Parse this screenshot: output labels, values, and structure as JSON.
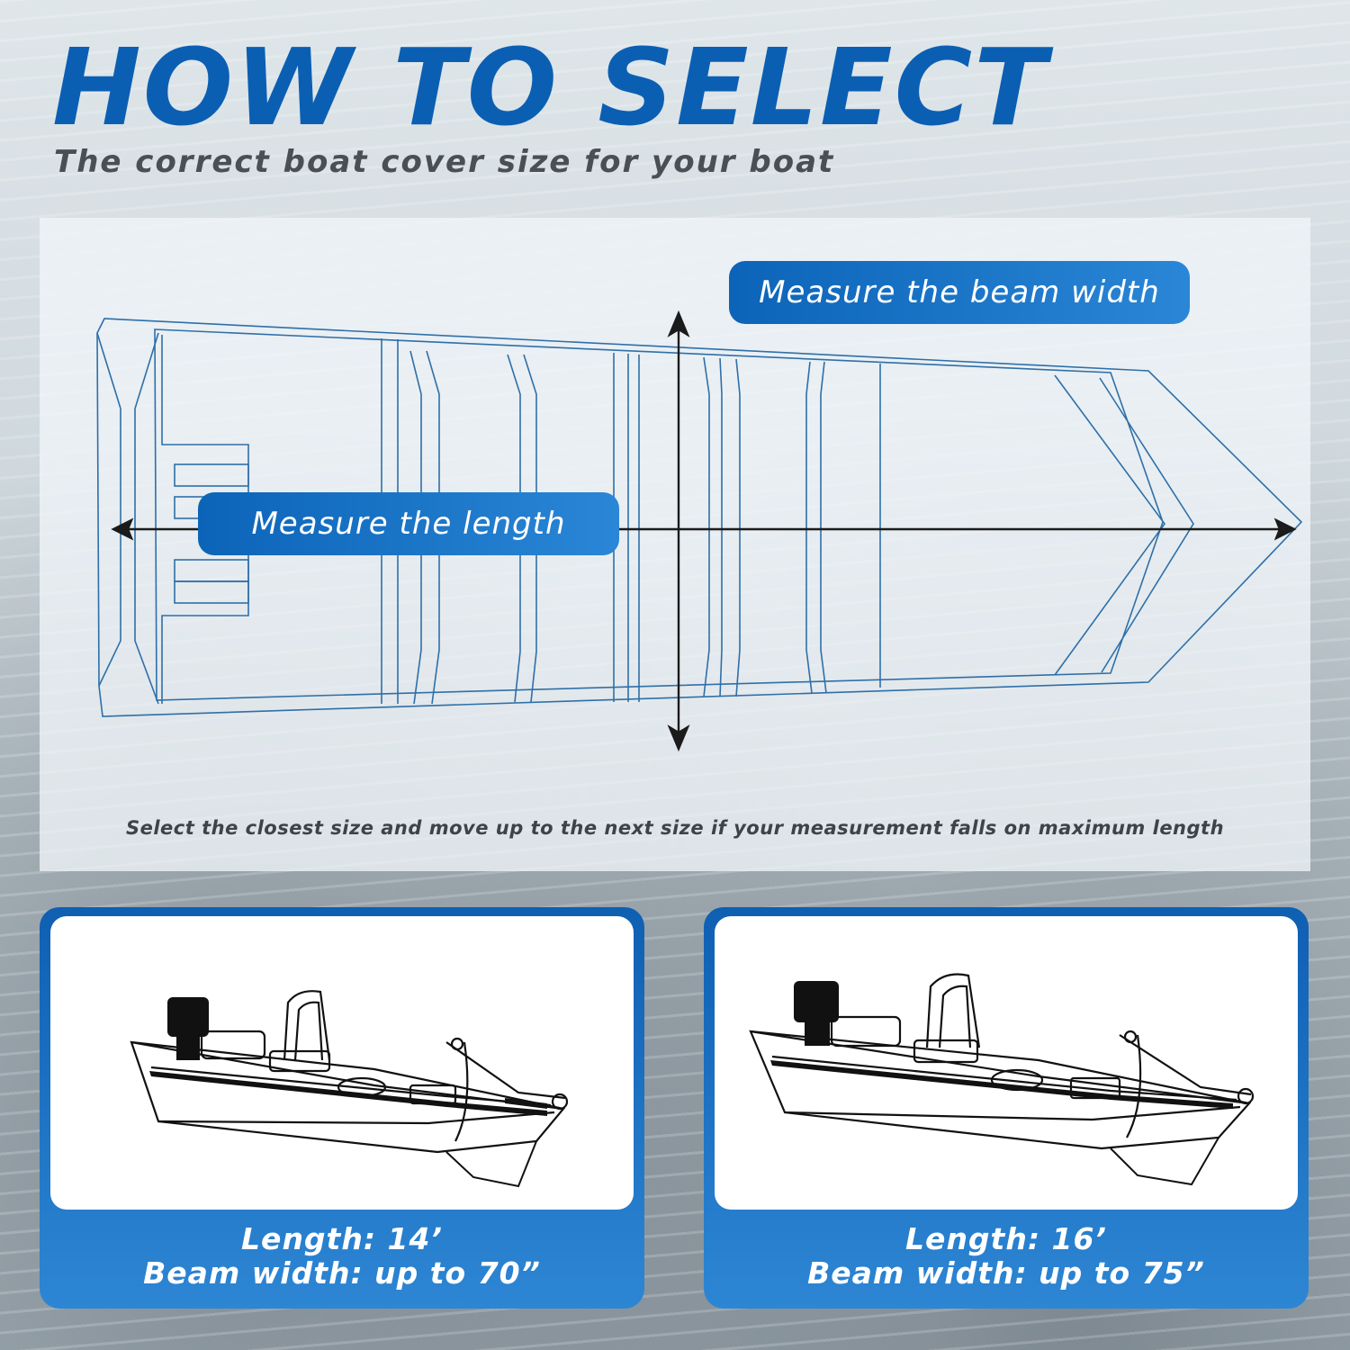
{
  "header": {
    "title": "HOW TO SELECT",
    "subtitle": "The correct boat cover size for your boat"
  },
  "diagram": {
    "beam_label": "Measure the beam width",
    "length_label": "Measure the length",
    "note": "Select the closest size and move up to the next size if your measurement falls on maximum length"
  },
  "sizes": [
    {
      "length": "Length: 14’",
      "beam": "Beam width: up to 70”"
    },
    {
      "length": "Length: 16’",
      "beam": "Beam width: up to 75”"
    }
  ],
  "colors": {
    "brand_blue": "#0b5fb3",
    "accent_blue": "#2a86d6",
    "outline": "#2f6fa8"
  }
}
